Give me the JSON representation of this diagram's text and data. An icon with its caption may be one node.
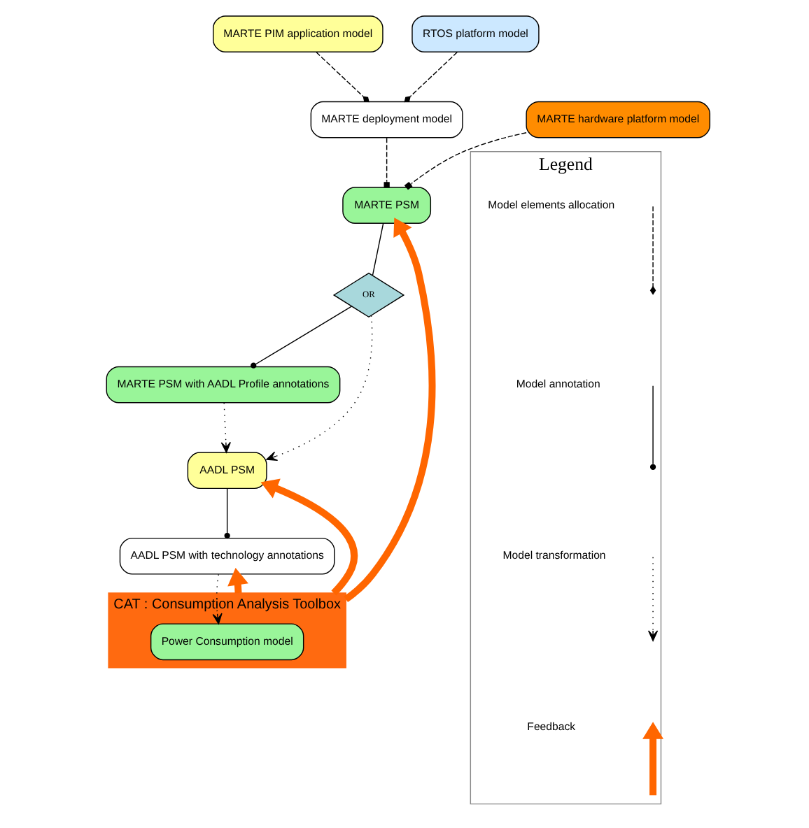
{
  "diagram": {
    "nodes": [
      {
        "text": [
          "MARTE PIM application model"
        ]
      },
      {
        "text": [
          "RTOS platform model"
        ]
      },
      {
        "text": [
          "MARTE hardware platform model"
        ]
      },
      {
        "text": [
          "MARTE deployment model"
        ]
      },
      {
        "text": [
          "MARTE PSM"
        ]
      },
      {
        "text": [
          "OR"
        ]
      },
      {
        "text": [
          "MARTE PSM with AADL Profile annotations"
        ]
      },
      {
        "text": [
          "AADL PSM"
        ]
      },
      {
        "text": [
          "AADL PSM with technology annotations"
        ]
      },
      {
        "text": [
          "CAT : Consumption Analysis Toolbox"
        ]
      },
      {
        "text": [
          "Power Consumption model"
        ],
        "in": 9
      },
      {
        "text": [
          "Legend"
        ]
      }
    ],
    "edges": [
      {
        "from": 0,
        "to": 3,
        "arrow": "other",
        "style": "dashed"
      },
      {
        "from": 1,
        "to": 3,
        "arrow": "other",
        "style": "dashed"
      },
      {
        "from": 3,
        "to": 4,
        "arrow": "other",
        "style": "dashed"
      },
      {
        "from": 2,
        "to": 4,
        "arrow": "other",
        "style": "dashed"
      },
      {
        "from": 4,
        "to": 5,
        "arrow": "none"
      },
      {
        "from": 5,
        "to": 6,
        "arrow": "other"
      },
      {
        "from": 5,
        "to": 7,
        "arrow": "to",
        "style": "dashed"
      },
      {
        "from": 6,
        "to": 7,
        "arrow": "to",
        "style": "dashed"
      },
      {
        "from": 7,
        "to": 8,
        "arrow": "other"
      },
      {
        "from": 8,
        "to": 10,
        "arrow": "to",
        "style": "dashed"
      },
      {
        "from": 9,
        "to": 4,
        "arrow": "to",
        "style": "thick",
        "color": "#ff6600"
      },
      {
        "from": 9,
        "to": 7,
        "arrow": "to",
        "style": "thick",
        "color": "#ff6600"
      },
      {
        "from": 9,
        "to": 8,
        "arrow": "to",
        "style": "thick",
        "color": "#ff6600"
      }
    ],
    "legend": [
      {
        "text": "Model elements allocation"
      },
      {
        "text": "Model annotation"
      },
      {
        "text": "Model transformation"
      },
      {
        "text": "Feedback"
      }
    ]
  }
}
